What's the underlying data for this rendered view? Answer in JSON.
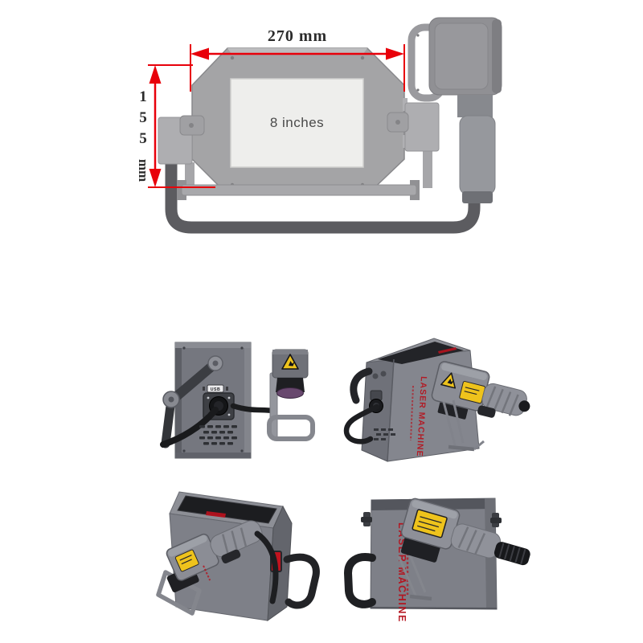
{
  "page": {
    "background": "#ffffff"
  },
  "diagram": {
    "width_label": "270 mm",
    "height_digits": "155",
    "height_unit": "mm",
    "screen_label": "8 inches",
    "dimension_color": "#e8000a",
    "body_color": "#a4a4a6",
    "screen_color": "#eeeeec"
  },
  "branding": {
    "side_text": "LASER MACHINE",
    "text_color": "#b5121d"
  },
  "labels": {
    "usb": "USB"
  },
  "colors": {
    "case_gray": "#7b7d85",
    "warning_yellow": "#eec31c",
    "lens_purple": "#68486e",
    "cable_black": "#1d1e21",
    "switch_red": "#c2131f"
  }
}
